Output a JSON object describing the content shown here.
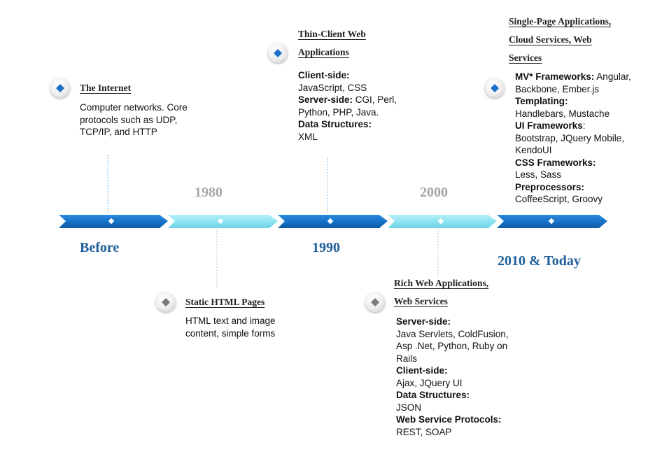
{
  "eras": {
    "before": "Before",
    "y1980": "1980",
    "y1990": "1990",
    "y2000": "2000",
    "y2010": "2010 & Today"
  },
  "colors": {
    "dark_blue": "#1f5f9a",
    "arrow_dark": "#1673c7",
    "arrow_light": "#8ee4f2",
    "era_grey": "#a6a6a6",
    "gem_blue": "#1a6fc9",
    "gem_grey": "#7a7a7a"
  },
  "milestones": {
    "internet": {
      "icon": "blue-diamond-icon",
      "title": [
        "The Internet"
      ],
      "lines": [
        {
          "text": "Computer networks. Core"
        },
        {
          "text": "protocols such as UDP,"
        },
        {
          "text": "TCP/IP, and HTTP"
        }
      ]
    },
    "thin_client": {
      "icon": "blue-diamond-icon",
      "title": [
        "Thin-Client Web",
        "Applications"
      ],
      "lines": [
        {
          "bold": "Client-side:"
        },
        {
          "text": "JavaScript, CSS"
        },
        {
          "bold": "Server-side:",
          "text": " CGI, Perl,"
        },
        {
          "text": "Python, PHP, Java."
        },
        {
          "bold": "Data Structures:"
        },
        {
          "text": "XML"
        }
      ]
    },
    "spa": {
      "icon": "blue-diamond-icon",
      "title": [
        "Single-Page Applications,",
        "Cloud Services,  Web",
        "Services"
      ],
      "lines": [
        {
          "bold": "MV* Frameworks:",
          "text": " Angular,"
        },
        {
          "text": "Backbone, Ember.js"
        },
        {
          "bold": "Templating:"
        },
        {
          "text": "Handlebars, Mustache"
        },
        {
          "bold": "UI Frameworks",
          "text": ":"
        },
        {
          "text": "Bootstrap, JQuery Mobile,"
        },
        {
          "text": "KendoUI"
        },
        {
          "bold": "CSS Frameworks:"
        },
        {
          "text": "Less, Sass"
        },
        {
          "bold": "Preprocessors:"
        },
        {
          "text": "CoffeeScript, Groovy"
        }
      ]
    },
    "static_html": {
      "icon": "grey-diamond-icon",
      "title": [
        "Static HTML  Pages"
      ],
      "lines": [
        {
          "text": "HTML text and image"
        },
        {
          "text": "content, simple forms"
        }
      ]
    },
    "rich_web": {
      "icon": "grey-diamond-icon",
      "title": [
        "Rich Web Applications,",
        "Web Services"
      ],
      "lines": [
        {
          "bold": "Server-side:"
        },
        {
          "text": "Java Servlets, ColdFusion,"
        },
        {
          "text": "Asp .Net, Python, Ruby on"
        },
        {
          "text": "Rails"
        },
        {
          "bold": "Client-side:"
        },
        {
          "text": "Ajax, JQuery UI"
        },
        {
          "bold": "Data Structures:"
        },
        {
          "text": "JSON"
        },
        {
          "bold": "Web Service Protocols:"
        },
        {
          "text": "REST, SOAP"
        }
      ]
    }
  }
}
